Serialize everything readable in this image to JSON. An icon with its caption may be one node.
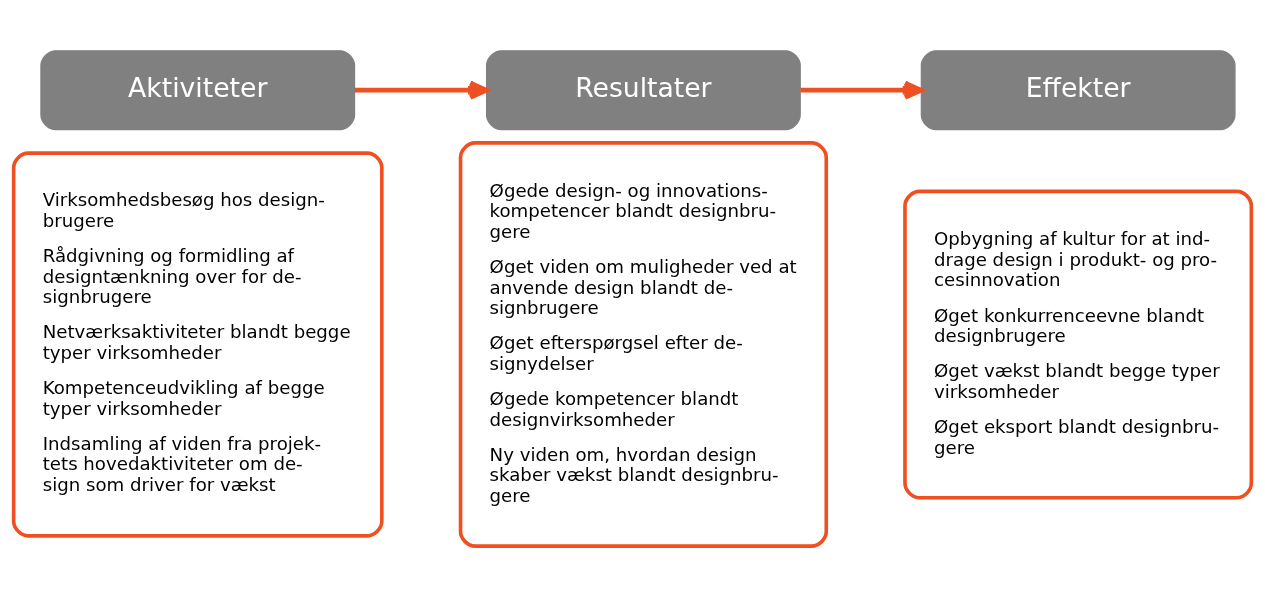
{
  "diagram": {
    "nodes": [
      {
        "text": [
          "Aktiviteter"
        ]
      },
      {
        "text": [
          "Virksomhedsbesøg hos design- brugere",
          "Rådgivning og formidling af designtænkning over for de- signbrugere",
          "Netværksaktiviteter blandt begge typer virksomheder",
          "Kompetenceudvikling af begge typer virksomheder",
          "Indsamling af viden fra projek- tets hovedaktiviteter om de- sign som driver for vækst"
        ]
      },
      {
        "text": [
          "Resultater"
        ]
      },
      {
        "text": [
          "Øgede design- og innovations- kompetencer blandt designbru- gere",
          "Øget viden om muligheder ved at anvende design blandt de- signbrugere",
          "Øget efterspørgsel efter de- signydelser",
          "Øgede kompetencer blandt designvirksomheder",
          "Ny viden om, hvordan design skaber vækst blandt designbru- gere"
        ]
      },
      {
        "text": [
          "Effekter"
        ]
      },
      {
        "text": [
          "Opbygning af kultur for at ind- drage design i produkt- og pro- cesinnovation",
          "Øget konkurrenceevne blandt designbrugere",
          "Øget vækst blandt begge typer virksomheder",
          "Øget eksport blandt designbru- gere"
        ]
      }
    ],
    "edges": [
      {
        "from": 0,
        "to": 2,
        "arrow": "to"
      },
      {
        "from": 2,
        "to": 4,
        "arrow": "to"
      }
    ]
  }
}
